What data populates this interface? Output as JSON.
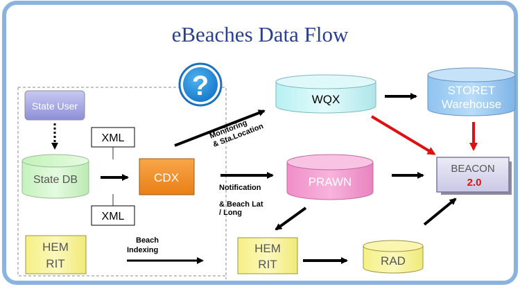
{
  "title": "eBeaches Data Flow",
  "nodes": {
    "state_user": "State User",
    "state_db": "State DB",
    "cdx": "CDX",
    "wqx": "WQX",
    "storet_line1": "STORET",
    "storet_line2": "Warehouse",
    "prawn": "PRAWN",
    "beacon_line1": "BEACON",
    "beacon_line2": "2.0",
    "hem_rit_left_line1": "HEM",
    "hem_rit_left_line2": "RIT",
    "hem_rit_center_line1": "HEM",
    "hem_rit_center_line2": "RIT",
    "rad": "RAD"
  },
  "labels": {
    "xml_top": "XML",
    "xml_bottom": "XML",
    "monitoring_line1": "Monitoring",
    "monitoring_line2": "& Sta.Location",
    "notification_line1": "Notification",
    "notification_line2": "& Beach Lat",
    "notification_line3": "/ Long",
    "beach_indexing_line1": "Beach",
    "beach_indexing_line2": "Indexing"
  },
  "icons": {
    "help": "?"
  },
  "colors": {
    "frame_border": "#8ab4df",
    "title": "#2a3f8f",
    "arrow": "#000000",
    "arrow_red": "#e01010",
    "beacon_version": "#e01010"
  }
}
